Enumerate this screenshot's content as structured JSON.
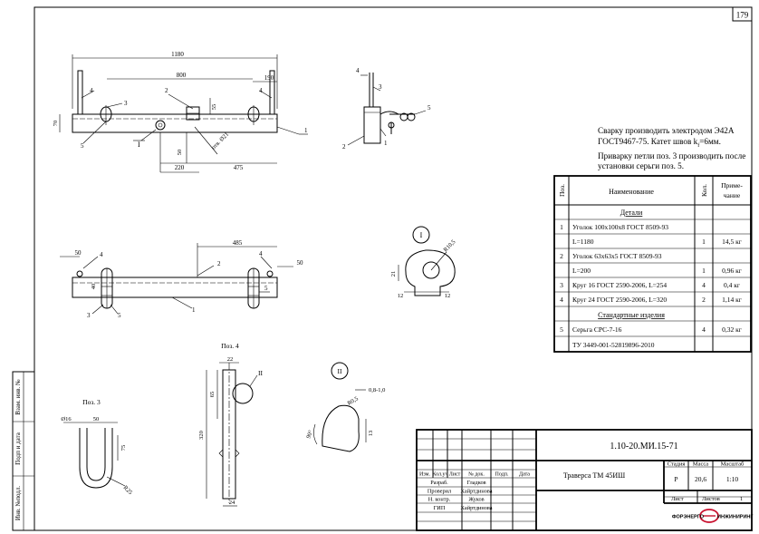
{
  "sheet_number": "179",
  "notes": [
    "Сварку производить электродом Э42А",
    "ГОСТ9467-75. Катет швов k",
    "f",
    "=6мм.",
    "Приварку петли поз. 3 производить после",
    "установки серьги поз. 5."
  ],
  "spec": {
    "headers": {
      "pos": "Поз.",
      "name": "Наименование",
      "qty": "Кол.",
      "note": "Приме-\nчание"
    },
    "note_h1": "Приме-",
    "note_h2": "чание",
    "section_details": "Детали",
    "section_standard": "Стандартные изделия",
    "rows": [
      {
        "pos": "1",
        "name": "Уголок 100х100х8 ГОСТ 8509-93",
        "qty": "",
        "note": ""
      },
      {
        "pos": "",
        "name": "L=1180",
        "qty": "1",
        "note": "14,5 кг"
      },
      {
        "pos": "2",
        "name": "Уголок 63х63х5 ГОСТ 8509-93",
        "qty": "",
        "note": ""
      },
      {
        "pos": "",
        "name": "L=200",
        "qty": "1",
        "note": "0,96 кг"
      },
      {
        "pos": "3",
        "name": "Круг 16 ГОСТ 2590-2006, L=254",
        "qty": "4",
        "note": "0,4 кг"
      },
      {
        "pos": "4",
        "name": "Круг 24 ГОСТ 2590-2006, L=320",
        "qty": "2",
        "note": "1,14 кг"
      }
    ],
    "std_rows": [
      {
        "pos": "5",
        "name": "Серьга СРС-7-16",
        "qty": "4",
        "note": "0,32 кг"
      },
      {
        "pos": "",
        "name": "ТУ 3449-001-52819896-2010",
        "qty": "",
        "note": ""
      }
    ]
  },
  "title_block": {
    "doc_code": "1.10-20.МИ.15-71",
    "title": "Траверса ТМ 45ИШ",
    "col_izm": "Изм.",
    "col_kol": "Кол.уч",
    "col_list": "Лист",
    "col_ndok": "№ док.",
    "col_podp": "Подп.",
    "col_data": "Дата",
    "roles": [
      {
        "role": "Разраб.",
        "name": "Гладков"
      },
      {
        "role": "Проверил",
        "name": "Хайртдинова"
      },
      {
        "role": "Н. контр.",
        "name": "Жуков"
      },
      {
        "role": "ГИП",
        "name": "Хайртдинова"
      }
    ],
    "stadia_label": "Стадия",
    "massa_label": "Масса",
    "masshtab_label": "Масштаб",
    "stadia": "Р",
    "massa": "20,6",
    "masshtab": "1:10",
    "list_label": "Лист",
    "listov_label": "Листов",
    "listov": "1",
    "logo_left": "ФОРЭНЕРГО",
    "logo_right": "ИНЖИНИРИНГ"
  },
  "side_stamp": {
    "inv_podl": "Инв. №подл.",
    "podp_data": "Подп и дата",
    "vzam_inv": "Взам. инв. №"
  },
  "drawing": {
    "top": {
      "d1180": "1180",
      "d800": "800",
      "d190": "190",
      "d55": "55",
      "d70": "70",
      "d50": "50",
      "d220": "220",
      "d475": "475",
      "d_otv": "отв. Ø21",
      "l1": "1",
      "l2": "2",
      "l3": "3",
      "l4a": "4",
      "l4b": "4",
      "l5": "5",
      "view_I": "I"
    },
    "side": {
      "l1": "1",
      "l2": "2",
      "l3": "3",
      "l4": "4",
      "l5": "5"
    },
    "plan": {
      "d485": "485",
      "d50a": "50",
      "d50b": "50",
      "d40": "40",
      "l1": "1",
      "l2": "2",
      "l3": "3",
      "l4a": "4",
      "l4b": "4",
      "l5a": "5",
      "l5b": "5"
    },
    "detailI": {
      "label": "I",
      "r": "R10,5",
      "d21": "21",
      "d12a": "12",
      "d12b": "12"
    },
    "poz3": {
      "title": "Поз. 3",
      "d16": "Ø16",
      "d50": "50",
      "d75": "75",
      "r25": "R25"
    },
    "poz4": {
      "title": "Поз. 4",
      "d22": "22",
      "d65": "65",
      "d320": "320",
      "d24": "24",
      "view_II": "II"
    },
    "detailII": {
      "label": "II",
      "d08": "0,8-1,0",
      "r05": "R0,5",
      "d90": "90°",
      "d13": "13"
    }
  }
}
